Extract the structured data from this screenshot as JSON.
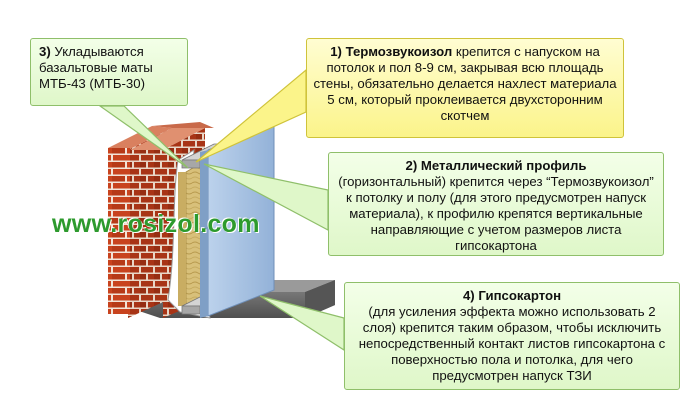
{
  "callouts": {
    "c3": {
      "num": "3)",
      "text": "Укладываются базальтовые маты МТБ-43 (МТБ-30)"
    },
    "c1": {
      "num": "1) Термозвукоизол",
      "text": "крепится с напуском на потолок и пол 8-9 см, закрывая всю площадь стены, обязательно делается нахлест материала 5 см, который проклеивается двухсторонним скотчем"
    },
    "c2": {
      "title": "2) Металлический профиль",
      "text": "(горизонтальный) крепится через “Термозвукоизол” к потолку и полу (для этого предусмотрен напуск материала), к профилю крепятся вертикальные направляющие с учетом размеров листа гипсокартона"
    },
    "c4": {
      "title": "4) Гипсокартон",
      "text": "(для усиления эффекта можно использовать 2 слоя) крепится таким образом, чтобы исключить непосредственный контакт листов гипсокартона с поверхностью пола и потолка, для чего предусмотрен напуск ТЗИ"
    }
  },
  "watermark": "www.rosizol.com",
  "colors": {
    "brick": "#c8431e",
    "mortar": "#f2e4d8",
    "gypsum": "#a9c3e2",
    "wool": "#d8c07a",
    "slab": "#6f6f6f",
    "green_border": "#8fbf6a",
    "yellow_border": "#cfc33a",
    "watermark": "#2d9a2d"
  }
}
